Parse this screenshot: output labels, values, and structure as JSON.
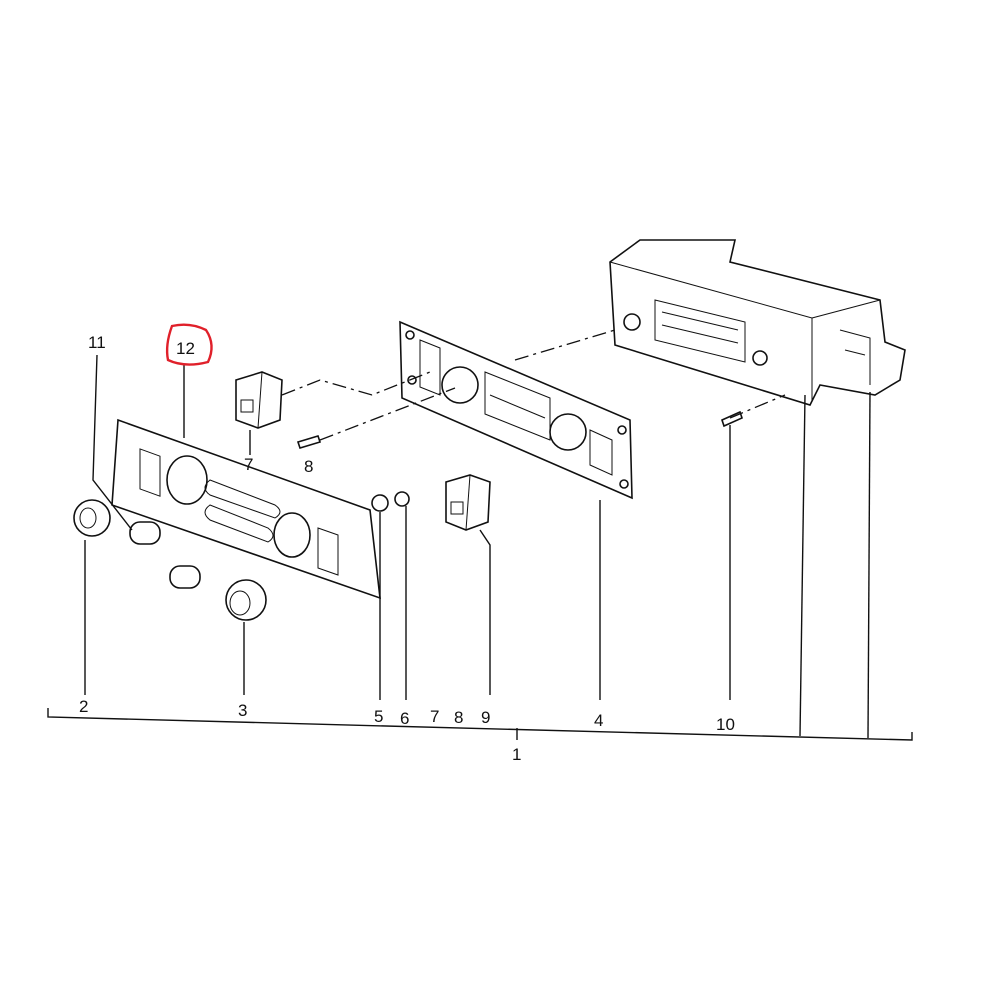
{
  "diagram": {
    "callouts": {
      "n11": "11",
      "n12": "12",
      "n7_top": "7",
      "n8_top": "8",
      "n2": "2",
      "n3": "3",
      "n5": "5",
      "n6": "6",
      "n7_bottom": "7",
      "n8_bottom": "8",
      "n9": "9",
      "n4": "4",
      "n10": "10",
      "n1": "1"
    },
    "highlight": {
      "target": "12",
      "color": "#e0202a"
    }
  }
}
